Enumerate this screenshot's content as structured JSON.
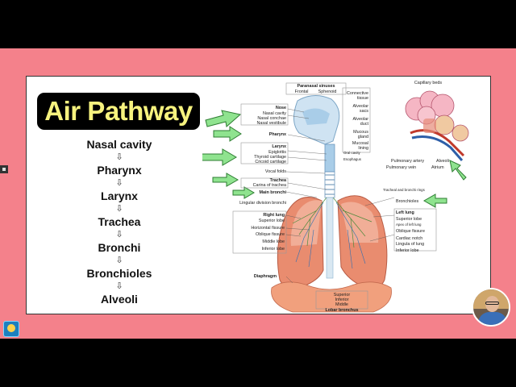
{
  "title": "Air Pathway",
  "pathway": [
    "Nasal cavity",
    "Pharynx",
    "Larynx",
    "Trachea",
    "Bronchi",
    "Bronchioles",
    "Alveoli"
  ],
  "arrow_glyph": "⇩",
  "diagram": {
    "paranasal": "Paranasal sinuses",
    "frontal": "Frontal",
    "sphenoid": "Sphenoid",
    "nose": "Nose",
    "nasal_cavity": "Nasal cavity",
    "nasal_conchae": "Nasal conchae",
    "nasal_vestibule": "Nasal vestibule",
    "pharynx": "Pharynx",
    "larynx": "Larynx",
    "epiglottis": "Epiglottis",
    "thyroid_cartilage": "Thyroid cartilage",
    "cricoid_cartilage": "Cricoid cartilage",
    "oral_cavity": "Oral cavity",
    "esophagus": "Esophagus",
    "vocal_folds": "Vocal folds",
    "trachea": "Trachea",
    "carina": "Carina of trachea",
    "main_bronchi": "Main bronchi",
    "lingular_bronchi": "Lingular division bronchi",
    "tracheal_rings": "Tracheal and bronchi rings",
    "bronchioles": "Bronchioles",
    "right_lung": "Right lung",
    "superior_lobe": "Superior lobe",
    "horizontal_fissure": "Horizontal fissure",
    "oblique_fissure": "Oblique fissure",
    "middle_lobe": "Middle lobe",
    "inferior_lobe": "Inferior lobe",
    "left_lung": "Left lung",
    "apex_left_lung": "Apex of left lung",
    "cardiac_notch": "Cardiac notch",
    "lingula": "Lingula of lung",
    "diaphragm": "Diaphragm",
    "lobar_superior": "Superior",
    "lobar_inferior": "Inferior",
    "lobar_middle": "Middle",
    "lobar_bronchus": "Lobar bronchus",
    "capillary_beds": "Capillary beds",
    "connective_tissue_1": "Connective",
    "connective_tissue_2": "tissue",
    "alveolar_sacs_1": "Alveolar",
    "alveolar_sacs_2": "sacs",
    "alveolar_duct_1": "Alveolar",
    "alveolar_duct_2": "duct",
    "mucous_gland_1": "Mucous",
    "mucous_gland_2": "gland",
    "mucosal_lining_1": "Mucosal",
    "mucosal_lining_2": "lining",
    "pulmonary_artery": "Pulmonary artery",
    "pulmonary_vein": "Pulmonary vein",
    "alveoli": "Alveoli",
    "atrium": "Atrium"
  },
  "colors": {
    "background": "#f4818b",
    "title_bg": "#000000",
    "title_text": "#f6f27e",
    "arrow_fill": "#8fe38f",
    "lung": "#e98c6f",
    "airway": "#a9cde8"
  }
}
